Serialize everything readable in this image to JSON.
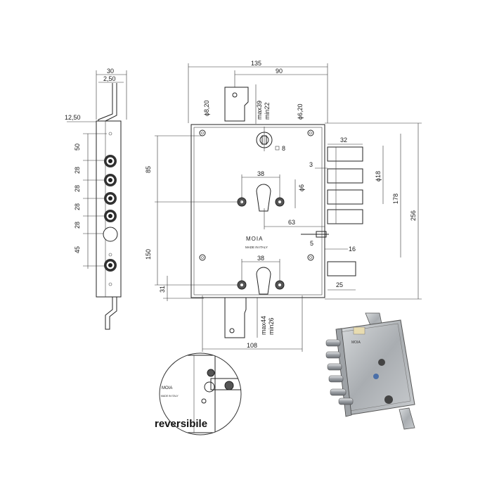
{
  "side_view": {
    "dims": {
      "top_width": "30",
      "top_inner": "2,50",
      "offset": "12,50",
      "seg1": "50",
      "seg2": "28",
      "seg3": "28",
      "seg4": "28",
      "seg5": "28",
      "seg6": "45"
    }
  },
  "front_view": {
    "brand": "MOIA",
    "made_in": "MADE IN ITALY",
    "dims": {
      "width_total": "135",
      "width_90": "90",
      "hole_820": "ϕ8,20",
      "max39": "max39",
      "min22": "min22",
      "hole_620": "ϕ6,20",
      "square_8": "8",
      "cyl_spacing_top": "38",
      "hole_6": "ϕ6",
      "bolt_len": "32",
      "bolt_3": "3",
      "bolt_diam": "ϕ18",
      "h178": "178",
      "h256": "256",
      "h85": "85",
      "backset": "63",
      "latch_5": "5",
      "latch_16": "16",
      "h150": "150",
      "cyl_spacing_bottom": "38",
      "h31": "31",
      "bolt_25": "25",
      "max44": "max44",
      "min26": "min26",
      "bottom_108": "108"
    }
  },
  "inset": {
    "brand": "MOIA",
    "made_in": "MADE IN ITALY",
    "caption": "reversibile"
  },
  "photo": {
    "label": "MOIA"
  }
}
